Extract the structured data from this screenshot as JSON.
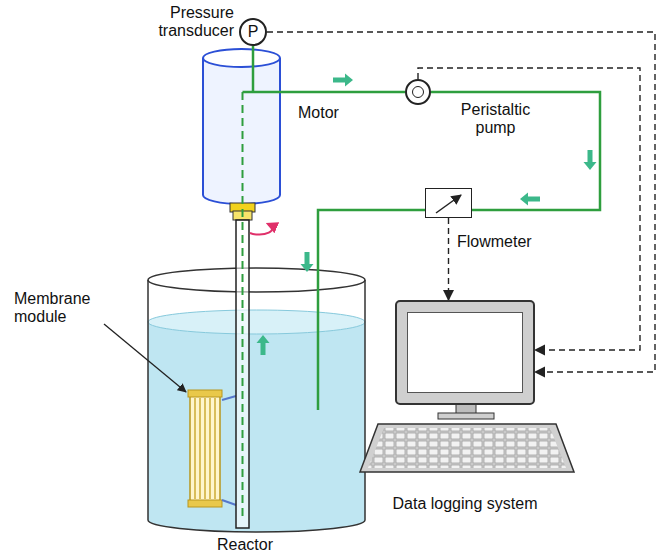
{
  "diagram": {
    "nodes": [
      {
        "text": [
          "Pressure transducer",
          "P"
        ]
      },
      {
        "text": [
          "Peristaltic pump"
        ]
      },
      {
        "text": [
          "Flowmeter"
        ]
      },
      {
        "text": [
          "Data logging system"
        ]
      }
    ],
    "edges": [
      {
        "from": 0,
        "to": 3,
        "arrow": "to"
      },
      {
        "from": 1,
        "to": 3,
        "arrow": "to"
      },
      {
        "from": 2,
        "to": 3,
        "arrow": "to"
      }
    ],
    "labels": [
      "Motor",
      "Membrane module",
      "Reactor"
    ]
  }
}
